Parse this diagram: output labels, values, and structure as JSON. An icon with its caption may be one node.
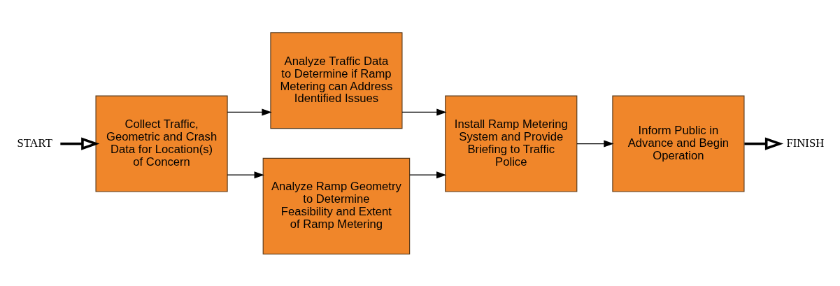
{
  "diagram": {
    "nodes": [
      {
        "text": [
          "START"
        ]
      },
      {
        "text": [
          "Collect Traffic, Geometric and Crash Data for Location(s) of Concern"
        ]
      },
      {
        "text": [
          "Analyze Traffic Data to Determine if Ramp Metering can Address Identified Issues"
        ]
      },
      {
        "text": [
          "Analyze Ramp Geometry to Determine Feasibility and Extent of Ramp Metering"
        ]
      },
      {
        "text": [
          "Install Ramp Metering System and Provide Briefing to Traffic Police"
        ]
      },
      {
        "text": [
          "Inform Public in Advance and Begin Operation"
        ]
      },
      {
        "text": [
          "FINISH"
        ]
      }
    ],
    "edges": [
      {
        "from": 0,
        "to": 1,
        "arrow": "to",
        "style": "thick"
      },
      {
        "from": 1,
        "to": 2,
        "arrow": "to"
      },
      {
        "from": 1,
        "to": 3,
        "arrow": "to"
      },
      {
        "from": 2,
        "to": 4,
        "arrow": "to"
      },
      {
        "from": 3,
        "to": 4,
        "arrow": "to"
      },
      {
        "from": 4,
        "to": 5,
        "arrow": "to"
      },
      {
        "from": 5,
        "to": 6,
        "arrow": "to",
        "style": "thick"
      }
    ]
  }
}
